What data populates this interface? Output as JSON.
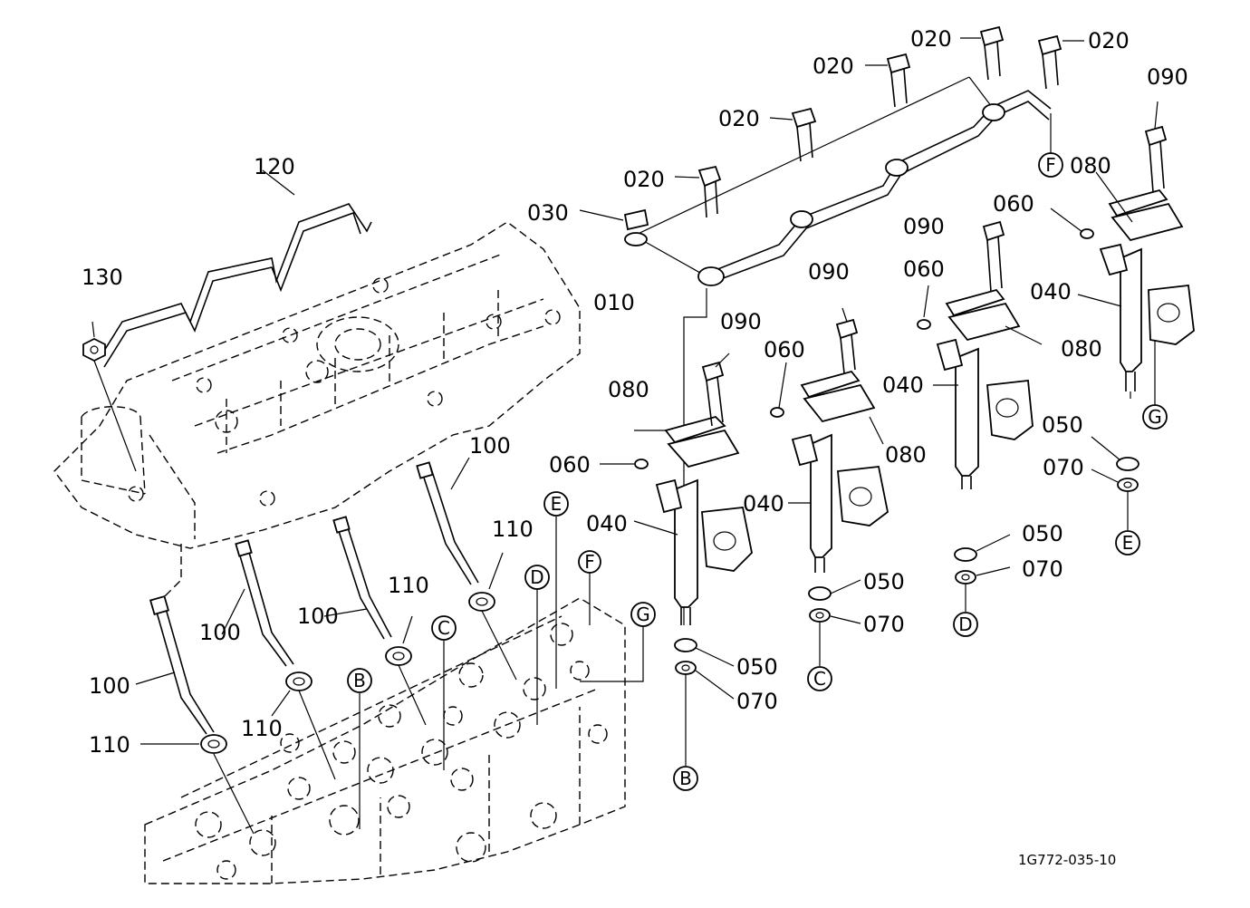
{
  "labels": {
    "p010": "010",
    "p020": "020",
    "p030": "030",
    "p040": "040",
    "p050": "050",
    "p060": "060",
    "p070": "070",
    "p080": "080",
    "p090": "090",
    "p100": "100",
    "p110": "110",
    "p120": "120",
    "p130": "130"
  },
  "refs": {
    "B": "B",
    "C": "C",
    "D": "D",
    "E": "E",
    "F": "F",
    "G": "G"
  },
  "drawing_code": "1G772-035-10"
}
